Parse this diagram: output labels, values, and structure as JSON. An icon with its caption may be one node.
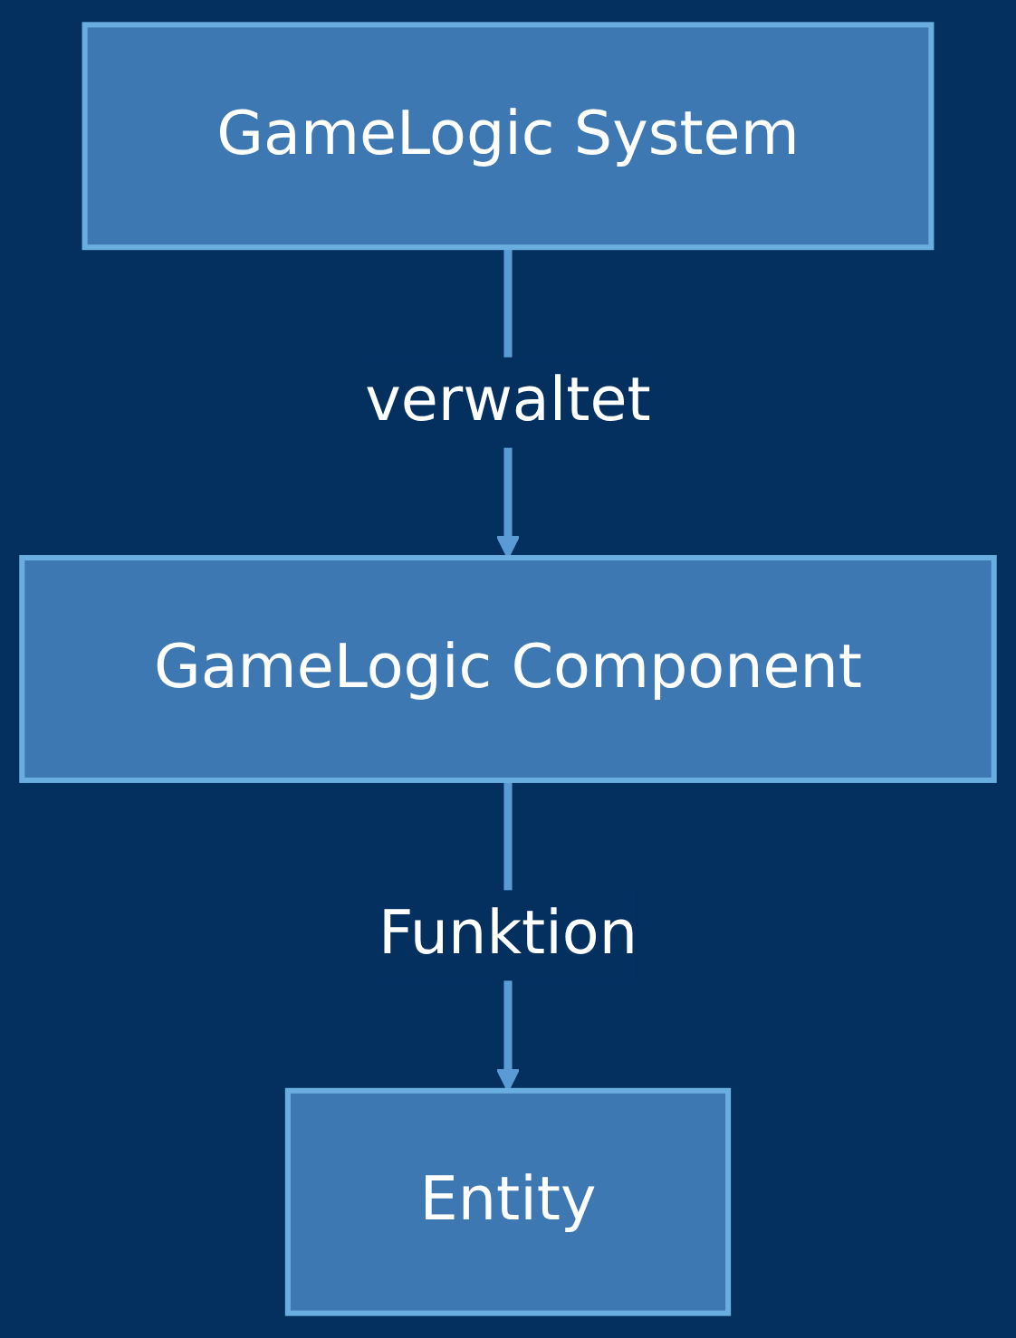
{
  "diagram": {
    "nodes": [
      {
        "text": [
          "GameLogic System"
        ]
      },
      {
        "text": [
          "GameLogic Component"
        ]
      },
      {
        "text": [
          "Entity"
        ]
      }
    ],
    "edges": [
      {
        "from": 0,
        "to": 1,
        "arrow": "to",
        "label": "verwaltet"
      },
      {
        "from": 1,
        "to": 2,
        "arrow": "to",
        "label": "Funktion"
      }
    ]
  }
}
